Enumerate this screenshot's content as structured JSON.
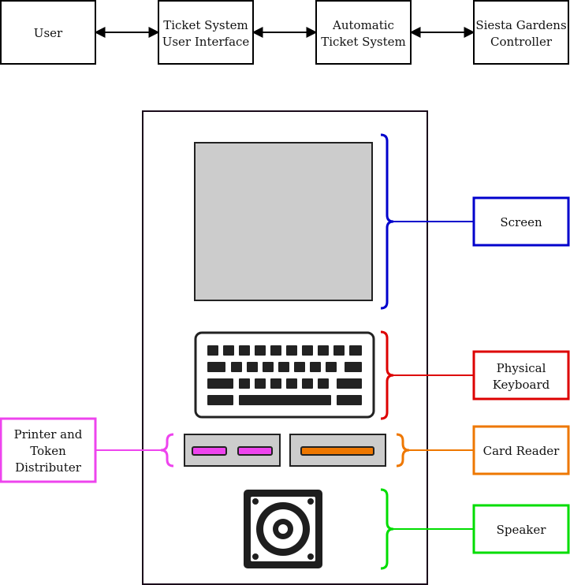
{
  "flow": {
    "nodes": [
      {
        "id": "user",
        "lines": [
          "User"
        ]
      },
      {
        "id": "ticket-ui",
        "lines": [
          "Ticket System",
          "User Interface"
        ]
      },
      {
        "id": "auto-ticket",
        "lines": [
          "Automatic",
          "Ticket System"
        ]
      },
      {
        "id": "controller",
        "lines": [
          "Siesta Gardens",
          "Controller"
        ]
      }
    ],
    "links": [
      {
        "from": "user",
        "to": "ticket-ui",
        "direction": "both"
      },
      {
        "from": "ticket-ui",
        "to": "auto-ticket",
        "direction": "both"
      },
      {
        "from": "auto-ticket",
        "to": "controller",
        "direction": "both"
      }
    ]
  },
  "kiosk": {
    "components": [
      {
        "id": "screen",
        "lines": [
          "Screen"
        ],
        "color": "#0000cc"
      },
      {
        "id": "keyboard",
        "lines": [
          "Physical",
          "Keyboard"
        ],
        "color": "#dd0000"
      },
      {
        "id": "card-reader",
        "lines": [
          "Card Reader"
        ],
        "color": "#ee7700"
      },
      {
        "id": "speaker",
        "lines": [
          "Speaker"
        ],
        "color": "#00dd00"
      },
      {
        "id": "printer",
        "lines": [
          "Printer and",
          "Token",
          "Distributer"
        ],
        "color": "#ee44ee"
      }
    ]
  }
}
